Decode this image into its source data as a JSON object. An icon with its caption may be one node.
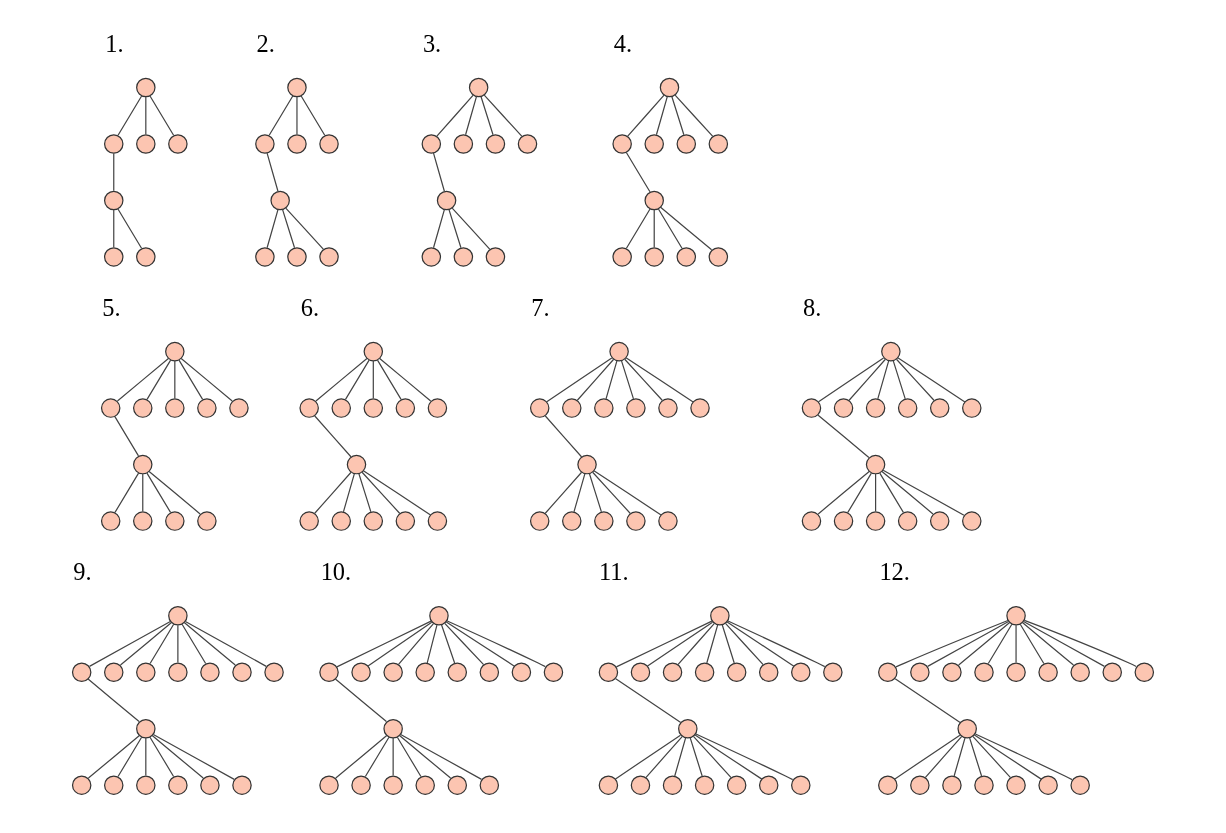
{
  "diagram": {
    "nodes": [
      {
        "text": [],
        "shape": "circle"
      },
      {
        "text": [],
        "shape": "circle"
      },
      {
        "text": [],
        "shape": "circle"
      },
      {
        "text": [],
        "shape": "circle"
      },
      {
        "text": [],
        "shape": "circle"
      },
      {
        "text": [],
        "shape": "circle"
      },
      {
        "text": [],
        "shape": "circle"
      },
      {
        "text": [],
        "shape": "circle"
      },
      {
        "text": [],
        "shape": "circle"
      },
      {
        "text": [],
        "shape": "circle"
      },
      {
        "text": [],
        "shape": "circle"
      },
      {
        "text": [],
        "shape": "circle"
      },
      {
        "text": [],
        "shape": "circle"
      },
      {
        "text": [],
        "shape": "circle"
      },
      {
        "text": [],
        "shape": "circle"
      },
      {
        "text": [],
        "shape": "circle"
      },
      {
        "text": [],
        "shape": "circle"
      },
      {
        "text": [],
        "shape": "circle"
      },
      {
        "text": [],
        "shape": "circle"
      },
      {
        "text": [],
        "shape": "circle"
      },
      {
        "text": [],
        "shape": "circle"
      },
      {
        "text": [],
        "shape": "circle"
      },
      {
        "text": [],
        "shape": "circle"
      },
      {
        "text": [],
        "shape": "circle"
      },
      {
        "text": [],
        "shape": "circle"
      },
      {
        "text": [],
        "shape": "circle"
      },
      {
        "text": [],
        "shape": "circle"
      },
      {
        "text": [],
        "shape": "circle"
      },
      {
        "text": [],
        "shape": "circle"
      },
      {
        "text": [],
        "shape": "circle"
      },
      {
        "text": [],
        "shape": "circle"
      },
      {
        "text": [],
        "shape": "circle"
      },
      {
        "text": [],
        "shape": "circle"
      },
      {
        "text": [],
        "shape": "circle"
      },
      {
        "text": [],
        "shape": "circle"
      },
      {
        "text": [],
        "shape": "circle"
      },
      {
        "text": [],
        "shape": "circle"
      },
      {
        "text": [],
        "shape": "circle"
      },
      {
        "text": [],
        "shape": "circle"
      },
      {
        "text": [],
        "shape": "circle"
      },
      {
        "text": [],
        "shape": "circle"
      },
      {
        "text": [],
        "shape": "circle"
      },
      {
        "text": [],
        "shape": "circle"
      },
      {
        "text": [],
        "shape": "circle"
      },
      {
        "text": [],
        "shape": "circle"
      },
      {
        "text": [],
        "shape": "circle"
      },
      {
        "text": [],
        "shape": "circle"
      },
      {
        "text": [],
        "shape": "circle"
      },
      {
        "text": [],
        "shape": "circle"
      },
      {
        "text": [],
        "shape": "circle"
      },
      {
        "text": [],
        "shape": "circle"
      },
      {
        "text": [],
        "shape": "circle"
      },
      {
        "text": [],
        "shape": "circle"
      },
      {
        "text": [],
        "shape": "circle"
      },
      {
        "text": [],
        "shape": "circle"
      },
      {
        "text": [],
        "shape": "circle"
      },
      {
        "text": [],
        "shape": "circle"
      },
      {
        "text": [],
        "shape": "circle"
      },
      {
        "text": [],
        "shape": "circle"
      },
      {
        "text": [],
        "shape": "circle"
      },
      {
        "text": [],
        "shape": "circle"
      },
      {
        "text": [],
        "shape": "circle"
      },
      {
        "text": [],
        "shape": "circle"
      },
      {
        "text": [],
        "shape": "circle"
      },
      {
        "text": [],
        "shape": "circle"
      },
      {
        "text": [],
        "shape": "circle"
      },
      {
        "text": [],
        "shape": "circle"
      },
      {
        "text": [],
        "shape": "circle"
      },
      {
        "text": [],
        "shape": "circle"
      },
      {
        "text": [],
        "shape": "circle"
      },
      {
        "text": [],
        "shape": "circle"
      },
      {
        "text": [],
        "shape": "circle"
      },
      {
        "text": [],
        "shape": "circle"
      },
      {
        "text": [],
        "shape": "circle"
      },
      {
        "text": [],
        "shape": "circle"
      },
      {
        "text": [],
        "shape": "circle"
      },
      {
        "text": [],
        "shape": "circle"
      },
      {
        "text": [],
        "shape": "circle"
      },
      {
        "text": [],
        "shape": "circle"
      },
      {
        "text": [],
        "shape": "circle"
      },
      {
        "text": [],
        "shape": "circle"
      },
      {
        "text": [],
        "shape": "circle"
      },
      {
        "text": [],
        "shape": "circle"
      },
      {
        "text": [],
        "shape": "circle"
      },
      {
        "text": [],
        "shape": "circle"
      },
      {
        "text": [],
        "shape": "circle"
      },
      {
        "text": [],
        "shape": "circle"
      },
      {
        "text": [],
        "shape": "circle"
      },
      {
        "text": [],
        "shape": "circle"
      },
      {
        "text": [],
        "shape": "circle"
      },
      {
        "text": [],
        "shape": "circle"
      },
      {
        "text": [],
        "shape": "circle"
      },
      {
        "text": [],
        "shape": "circle"
      },
      {
        "text": [],
        "shape": "circle"
      },
      {
        "text": [],
        "shape": "circle"
      },
      {
        "text": [],
        "shape": "circle"
      },
      {
        "text": [],
        "shape": "circle"
      },
      {
        "text": [],
        "shape": "circle"
      },
      {
        "text": [],
        "shape": "circle"
      },
      {
        "text": [],
        "shape": "circle"
      },
      {
        "text": [],
        "shape": "circle"
      },
      {
        "text": [],
        "shape": "circle"
      },
      {
        "text": [],
        "shape": "circle"
      },
      {
        "text": [],
        "shape": "circle"
      },
      {
        "text": [],
        "shape": "circle"
      },
      {
        "text": [],
        "shape": "circle"
      },
      {
        "text": [],
        "shape": "circle"
      },
      {
        "text": [],
        "shape": "circle"
      },
      {
        "text": [],
        "shape": "circle"
      },
      {
        "text": [],
        "shape": "circle"
      },
      {
        "text": [],
        "shape": "circle"
      },
      {
        "text": [],
        "shape": "circle"
      },
      {
        "text": [],
        "shape": "circle"
      },
      {
        "text": [],
        "shape": "circle"
      },
      {
        "text": [],
        "shape": "circle"
      },
      {
        "text": [],
        "shape": "circle"
      },
      {
        "text": [],
        "shape": "circle"
      },
      {
        "text": [],
        "shape": "circle"
      },
      {
        "text": [],
        "shape": "circle"
      },
      {
        "text": [],
        "shape": "circle"
      },
      {
        "text": [],
        "shape": "circle"
      },
      {
        "text": [],
        "shape": "circle"
      },
      {
        "text": [],
        "shape": "circle"
      },
      {
        "text": [],
        "shape": "circle"
      },
      {
        "text": [],
        "shape": "circle"
      },
      {
        "text": [],
        "shape": "circle"
      },
      {
        "text": [],
        "shape": "circle"
      },
      {
        "text": [],
        "shape": "circle"
      },
      {
        "text": [],
        "shape": "circle"
      },
      {
        "text": [],
        "shape": "circle"
      },
      {
        "text": [],
        "shape": "circle"
      },
      {
        "text": [],
        "shape": "circle"
      },
      {
        "text": [],
        "shape": "circle"
      },
      {
        "text": [],
        "shape": "circle"
      },
      {
        "text": [],
        "shape": "circle"
      },
      {
        "text": [],
        "shape": "circle"
      },
      {
        "text": [],
        "shape": "circle"
      },
      {
        "text": [],
        "shape": "circle"
      },
      {
        "text": [],
        "shape": "circle"
      },
      {
        "text": [],
        "shape": "circle"
      },
      {
        "text": [],
        "shape": "circle"
      },
      {
        "text": [],
        "shape": "circle"
      },
      {
        "text": [],
        "shape": "circle"
      },
      {
        "text": [],
        "shape": "circle"
      },
      {
        "text": [],
        "shape": "circle"
      },
      {
        "text": [],
        "shape": "circle"
      },
      {
        "text": [],
        "shape": "circle"
      },
      {
        "text": [],
        "shape": "circle"
      },
      {
        "text": [],
        "shape": "circle"
      },
      {
        "text": [],
        "shape": "circle"
      }
    ],
    "edges": [
      {
        "from": 0,
        "to": 1,
        "arrow": "none"
      },
      {
        "from": 1,
        "to": 2,
        "arrow": "none"
      },
      {
        "from": 0,
        "to": 3,
        "arrow": "none"
      },
      {
        "from": 0,
        "to": 4,
        "arrow": "none"
      },
      {
        "from": 2,
        "to": 5,
        "arrow": "none"
      },
      {
        "from": 2,
        "to": 6,
        "arrow": "none"
      },
      {
        "from": 7,
        "to": 8,
        "arrow": "none"
      },
      {
        "from": 8,
        "to": 9,
        "arrow": "none"
      },
      {
        "from": 7,
        "to": 10,
        "arrow": "none"
      },
      {
        "from": 7,
        "to": 11,
        "arrow": "none"
      },
      {
        "from": 9,
        "to": 12,
        "arrow": "none"
      },
      {
        "from": 9,
        "to": 13,
        "arrow": "none"
      },
      {
        "from": 9,
        "to": 14,
        "arrow": "none"
      },
      {
        "from": 15,
        "to": 16,
        "arrow": "none"
      },
      {
        "from": 16,
        "to": 17,
        "arrow": "none"
      },
      {
        "from": 15,
        "to": 18,
        "arrow": "none"
      },
      {
        "from": 15,
        "to": 19,
        "arrow": "none"
      },
      {
        "from": 15,
        "to": 20,
        "arrow": "none"
      },
      {
        "from": 17,
        "to": 21,
        "arrow": "none"
      },
      {
        "from": 17,
        "to": 22,
        "arrow": "none"
      },
      {
        "from": 17,
        "to": 23,
        "arrow": "none"
      },
      {
        "from": 24,
        "to": 25,
        "arrow": "none"
      },
      {
        "from": 25,
        "to": 26,
        "arrow": "none"
      },
      {
        "from": 24,
        "to": 27,
        "arrow": "none"
      },
      {
        "from": 24,
        "to": 28,
        "arrow": "none"
      },
      {
        "from": 24,
        "to": 29,
        "arrow": "none"
      },
      {
        "from": 26,
        "to": 30,
        "arrow": "none"
      },
      {
        "from": 26,
        "to": 31,
        "arrow": "none"
      },
      {
        "from": 26,
        "to": 32,
        "arrow": "none"
      },
      {
        "from": 26,
        "to": 33,
        "arrow": "none"
      },
      {
        "from": 34,
        "to": 35,
        "arrow": "none"
      },
      {
        "from": 35,
        "to": 36,
        "arrow": "none"
      },
      {
        "from": 34,
        "to": 37,
        "arrow": "none"
      },
      {
        "from": 34,
        "to": 38,
        "arrow": "none"
      },
      {
        "from": 34,
        "to": 39,
        "arrow": "none"
      },
      {
        "from": 34,
        "to": 40,
        "arrow": "none"
      },
      {
        "from": 36,
        "to": 41,
        "arrow": "none"
      },
      {
        "from": 36,
        "to": 42,
        "arrow": "none"
      },
      {
        "from": 36,
        "to": 43,
        "arrow": "none"
      },
      {
        "from": 36,
        "to": 44,
        "arrow": "none"
      },
      {
        "from": 45,
        "to": 46,
        "arrow": "none"
      },
      {
        "from": 46,
        "to": 47,
        "arrow": "none"
      },
      {
        "from": 45,
        "to": 48,
        "arrow": "none"
      },
      {
        "from": 45,
        "to": 49,
        "arrow": "none"
      },
      {
        "from": 45,
        "to": 50,
        "arrow": "none"
      },
      {
        "from": 45,
        "to": 51,
        "arrow": "none"
      },
      {
        "from": 47,
        "to": 52,
        "arrow": "none"
      },
      {
        "from": 47,
        "to": 53,
        "arrow": "none"
      },
      {
        "from": 47,
        "to": 54,
        "arrow": "none"
      },
      {
        "from": 47,
        "to": 55,
        "arrow": "none"
      },
      {
        "from": 47,
        "to": 56,
        "arrow": "none"
      },
      {
        "from": 57,
        "to": 58,
        "arrow": "none"
      },
      {
        "from": 58,
        "to": 59,
        "arrow": "none"
      },
      {
        "from": 57,
        "to": 60,
        "arrow": "none"
      },
      {
        "from": 57,
        "to": 61,
        "arrow": "none"
      },
      {
        "from": 57,
        "to": 62,
        "arrow": "none"
      },
      {
        "from": 57,
        "to": 63,
        "arrow": "none"
      },
      {
        "from": 57,
        "to": 64,
        "arrow": "none"
      },
      {
        "from": 59,
        "to": 65,
        "arrow": "none"
      },
      {
        "from": 59,
        "to": 66,
        "arrow": "none"
      },
      {
        "from": 59,
        "to": 67,
        "arrow": "none"
      },
      {
        "from": 59,
        "to": 68,
        "arrow": "none"
      },
      {
        "from": 59,
        "to": 69,
        "arrow": "none"
      },
      {
        "from": 70,
        "to": 71,
        "arrow": "none"
      },
      {
        "from": 71,
        "to": 72,
        "arrow": "none"
      },
      {
        "from": 70,
        "to": 73,
        "arrow": "none"
      },
      {
        "from": 70,
        "to": 74,
        "arrow": "none"
      },
      {
        "from": 70,
        "to": 75,
        "arrow": "none"
      },
      {
        "from": 70,
        "to": 76,
        "arrow": "none"
      },
      {
        "from": 70,
        "to": 77,
        "arrow": "none"
      },
      {
        "from": 72,
        "to": 78,
        "arrow": "none"
      },
      {
        "from": 72,
        "to": 79,
        "arrow": "none"
      },
      {
        "from": 72,
        "to": 80,
        "arrow": "none"
      },
      {
        "from": 72,
        "to": 81,
        "arrow": "none"
      },
      {
        "from": 72,
        "to": 82,
        "arrow": "none"
      },
      {
        "from": 72,
        "to": 83,
        "arrow": "none"
      },
      {
        "from": 84,
        "to": 85,
        "arrow": "none"
      },
      {
        "from": 85,
        "to": 86,
        "arrow": "none"
      },
      {
        "from": 84,
        "to": 87,
        "arrow": "none"
      },
      {
        "from": 84,
        "to": 88,
        "arrow": "none"
      },
      {
        "from": 84,
        "to": 89,
        "arrow": "none"
      },
      {
        "from": 84,
        "to": 90,
        "arrow": "none"
      },
      {
        "from": 84,
        "to": 91,
        "arrow": "none"
      },
      {
        "from": 84,
        "to": 92,
        "arrow": "none"
      },
      {
        "from": 86,
        "to": 93,
        "arrow": "none"
      },
      {
        "from": 86,
        "to": 94,
        "arrow": "none"
      },
      {
        "from": 86,
        "to": 95,
        "arrow": "none"
      },
      {
        "from": 86,
        "to": 96,
        "arrow": "none"
      },
      {
        "from": 86,
        "to": 97,
        "arrow": "none"
      },
      {
        "from": 86,
        "to": 98,
        "arrow": "none"
      },
      {
        "from": 99,
        "to": 100,
        "arrow": "none"
      },
      {
        "from": 100,
        "to": 101,
        "arrow": "none"
      },
      {
        "from": 99,
        "to": 102,
        "arrow": "none"
      },
      {
        "from": 99,
        "to": 103,
        "arrow": "none"
      },
      {
        "from": 99,
        "to": 104,
        "arrow": "none"
      },
      {
        "from": 99,
        "to": 105,
        "arrow": "none"
      },
      {
        "from": 99,
        "to": 106,
        "arrow": "none"
      },
      {
        "from": 99,
        "to": 107,
        "arrow": "none"
      },
      {
        "from": 99,
        "to": 108,
        "arrow": "none"
      },
      {
        "from": 101,
        "to": 109,
        "arrow": "none"
      },
      {
        "from": 101,
        "to": 110,
        "arrow": "none"
      },
      {
        "from": 101,
        "to": 111,
        "arrow": "none"
      },
      {
        "from": 101,
        "to": 112,
        "arrow": "none"
      },
      {
        "from": 101,
        "to": 113,
        "arrow": "none"
      },
      {
        "from": 101,
        "to": 114,
        "arrow": "none"
      },
      {
        "from": 115,
        "to": 116,
        "arrow": "none"
      },
      {
        "from": 116,
        "to": 117,
        "arrow": "none"
      },
      {
        "from": 115,
        "to": 118,
        "arrow": "none"
      },
      {
        "from": 115,
        "to": 119,
        "arrow": "none"
      },
      {
        "from": 115,
        "to": 120,
        "arrow": "none"
      },
      {
        "from": 115,
        "to": 121,
        "arrow": "none"
      },
      {
        "from": 115,
        "to": 122,
        "arrow": "none"
      },
      {
        "from": 115,
        "to": 123,
        "arrow": "none"
      },
      {
        "from": 115,
        "to": 124,
        "arrow": "none"
      },
      {
        "from": 117,
        "to": 125,
        "arrow": "none"
      },
      {
        "from": 117,
        "to": 126,
        "arrow": "none"
      },
      {
        "from": 117,
        "to": 127,
        "arrow": "none"
      },
      {
        "from": 117,
        "to": 128,
        "arrow": "none"
      },
      {
        "from": 117,
        "to": 129,
        "arrow": "none"
      },
      {
        "from": 117,
        "to": 130,
        "arrow": "none"
      },
      {
        "from": 117,
        "to": 131,
        "arrow": "none"
      },
      {
        "from": 132,
        "to": 133,
        "arrow": "none"
      },
      {
        "from": 133,
        "to": 134,
        "arrow": "none"
      },
      {
        "from": 132,
        "to": 135,
        "arrow": "none"
      },
      {
        "from": 132,
        "to": 136,
        "arrow": "none"
      },
      {
        "from": 132,
        "to": 137,
        "arrow": "none"
      },
      {
        "from": 132,
        "to": 138,
        "arrow": "none"
      },
      {
        "from": 132,
        "to": 139,
        "arrow": "none"
      },
      {
        "from": 132,
        "to": 140,
        "arrow": "none"
      },
      {
        "from": 132,
        "to": 141,
        "arrow": "none"
      },
      {
        "from": 132,
        "to": 142,
        "arrow": "none"
      },
      {
        "from": 134,
        "to": 143,
        "arrow": "none"
      },
      {
        "from": 134,
        "to": 144,
        "arrow": "none"
      },
      {
        "from": 134,
        "to": 145,
        "arrow": "none"
      },
      {
        "from": 134,
        "to": 146,
        "arrow": "none"
      },
      {
        "from": 134,
        "to": 147,
        "arrow": "none"
      },
      {
        "from": 134,
        "to": 148,
        "arrow": "none"
      },
      {
        "from": 134,
        "to": 149,
        "arrow": "none"
      }
    ],
    "labels": [
      "1.",
      "2.",
      "3.",
      "4.",
      "5.",
      "6.",
      "7.",
      "8.",
      "9.",
      "10.",
      "11.",
      "12."
    ]
  }
}
